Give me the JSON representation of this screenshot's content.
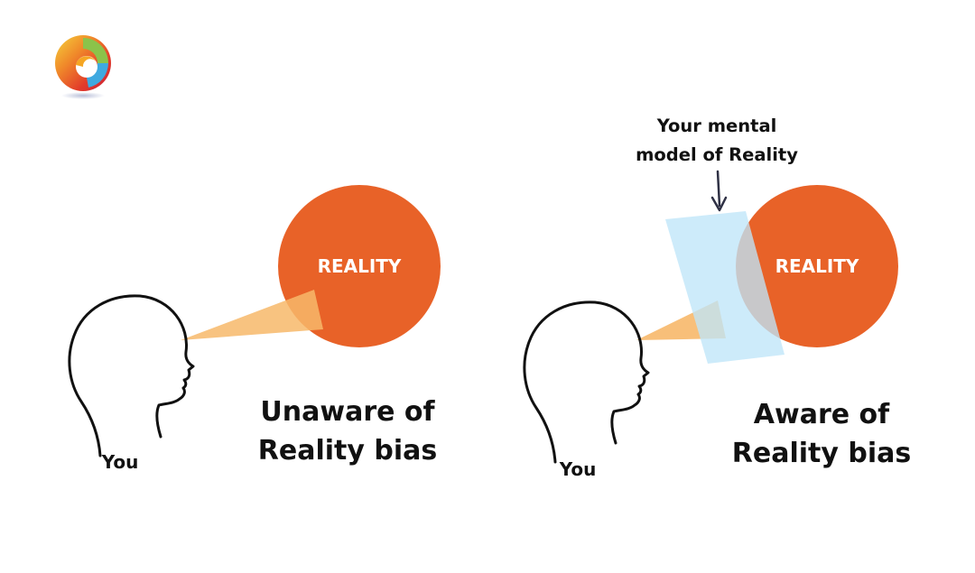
{
  "brand": {
    "icon": "swirl-logo-icon"
  },
  "colors": {
    "reality_circle": "#E86228",
    "view_cone": "#F7B86A",
    "mental_model": "#BFE6F8",
    "ink": "#111111"
  },
  "panels": [
    {
      "reality_label": "REALITY",
      "person_label": "You",
      "caption_line1": "Unaware of",
      "caption_line2": "Reality bias"
    },
    {
      "reality_label": "REALITY",
      "person_label": "You",
      "caption_line1": "Aware of",
      "caption_line2": "Reality bias",
      "annotation_line1": "Your mental",
      "annotation_line2": "model of Reality"
    }
  ]
}
